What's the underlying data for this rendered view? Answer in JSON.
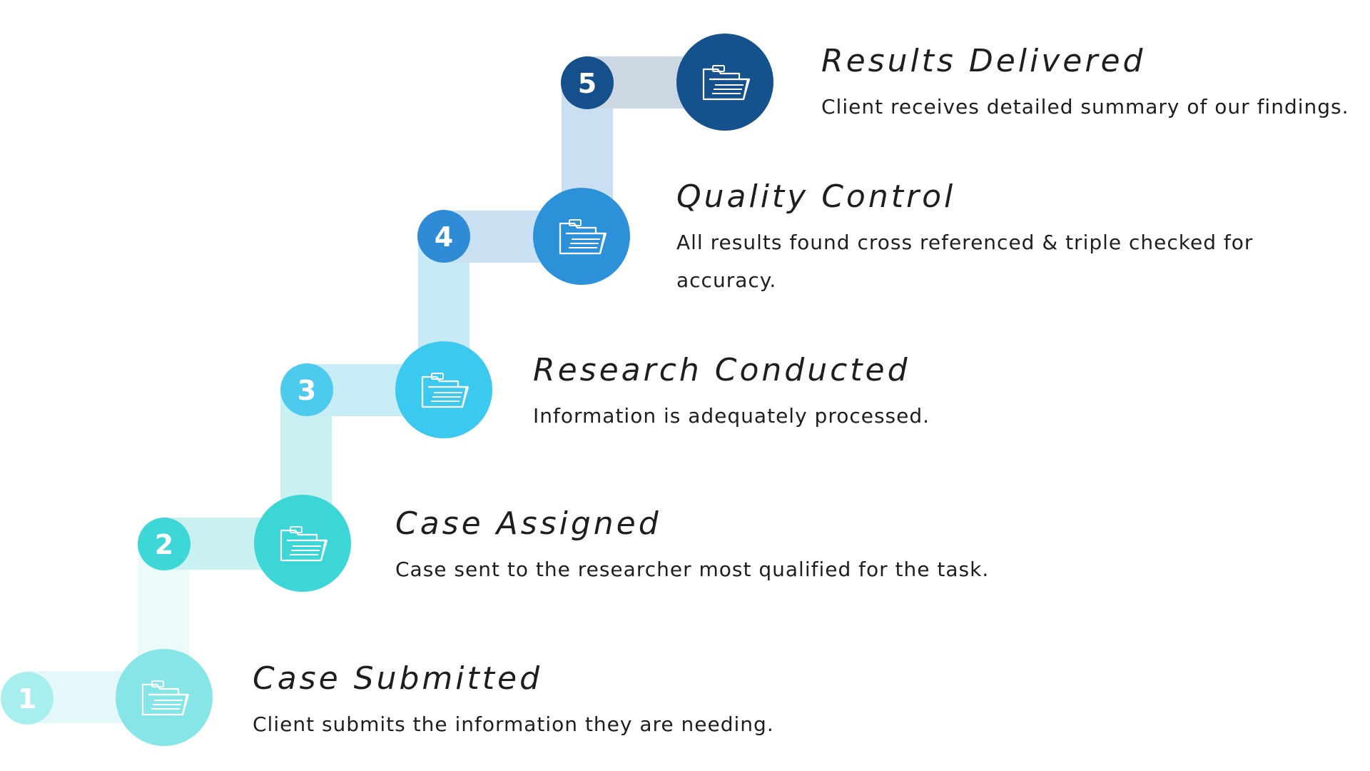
{
  "steps": [
    {
      "number": "1",
      "title": "Case Submitted",
      "description": "Client submits the information they are needing.",
      "icon": "folder-icon",
      "color": "#7fe3e4",
      "badge_color": "#a7eeee",
      "connector_color": "#dcf6f7"
    },
    {
      "number": "2",
      "title": "Case Assigned",
      "description": "Case sent to the researcher most qualified for the task.",
      "icon": "folder-icon",
      "color": "#3ad6d6",
      "badge_color": "#3ed8d8",
      "connector_color": "#c7f1f2"
    },
    {
      "number": "3",
      "title": "Research Conducted",
      "description": "Information is adequately processed.",
      "icon": "folder-icon",
      "color": "#3bc8ef",
      "badge_color": "#4ccbef",
      "connector_color": "#c5ecf5"
    },
    {
      "number": "4",
      "title": "Quality Control",
      "description": "All results found cross referenced & triple checked for accuracy.",
      "icon": "folder-icon",
      "color": "#2e93db",
      "badge_color": "#2e8ad6",
      "connector_color": "#c9e0f3"
    },
    {
      "number": "5",
      "title": "Results Delivered",
      "description": "Client receives detailed summary of our findings.",
      "icon": "folder-icon",
      "color": "#16508d",
      "badge_color": "#15508c",
      "connector_color": "#cbd7e4"
    }
  ]
}
